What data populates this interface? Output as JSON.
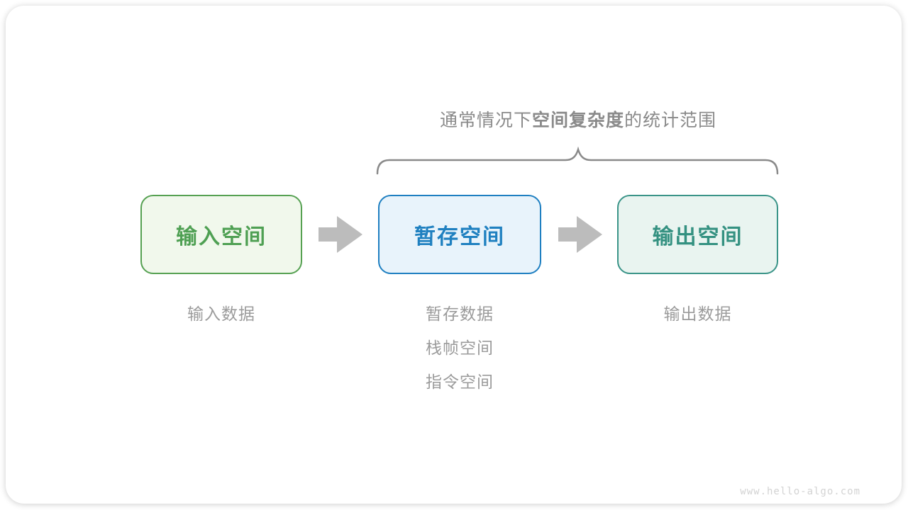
{
  "caption": {
    "prefix": "通常情况下",
    "bold": "空间复杂度",
    "suffix": "的统计范围"
  },
  "boxes": [
    {
      "label": "输入空间",
      "fill": "#f1f8ec",
      "border": "#56a152",
      "text": "#4fa053"
    },
    {
      "label": "暂存空间",
      "fill": "#e8f3fb",
      "border": "#1e7fc1",
      "text": "#1f80c0"
    },
    {
      "label": "输出空间",
      "fill": "#e9f4f0",
      "border": "#3a9488",
      "text": "#349181"
    }
  ],
  "notes": {
    "input": "输入数据",
    "temp": [
      "暂存数据",
      "栈帧空间",
      "指令空间"
    ],
    "output": "输出数据"
  },
  "graphics": {
    "arrow_color": "#bcbcbc",
    "brace_color": "#8a8a8a"
  },
  "watermark": "www.hello-algo.com"
}
